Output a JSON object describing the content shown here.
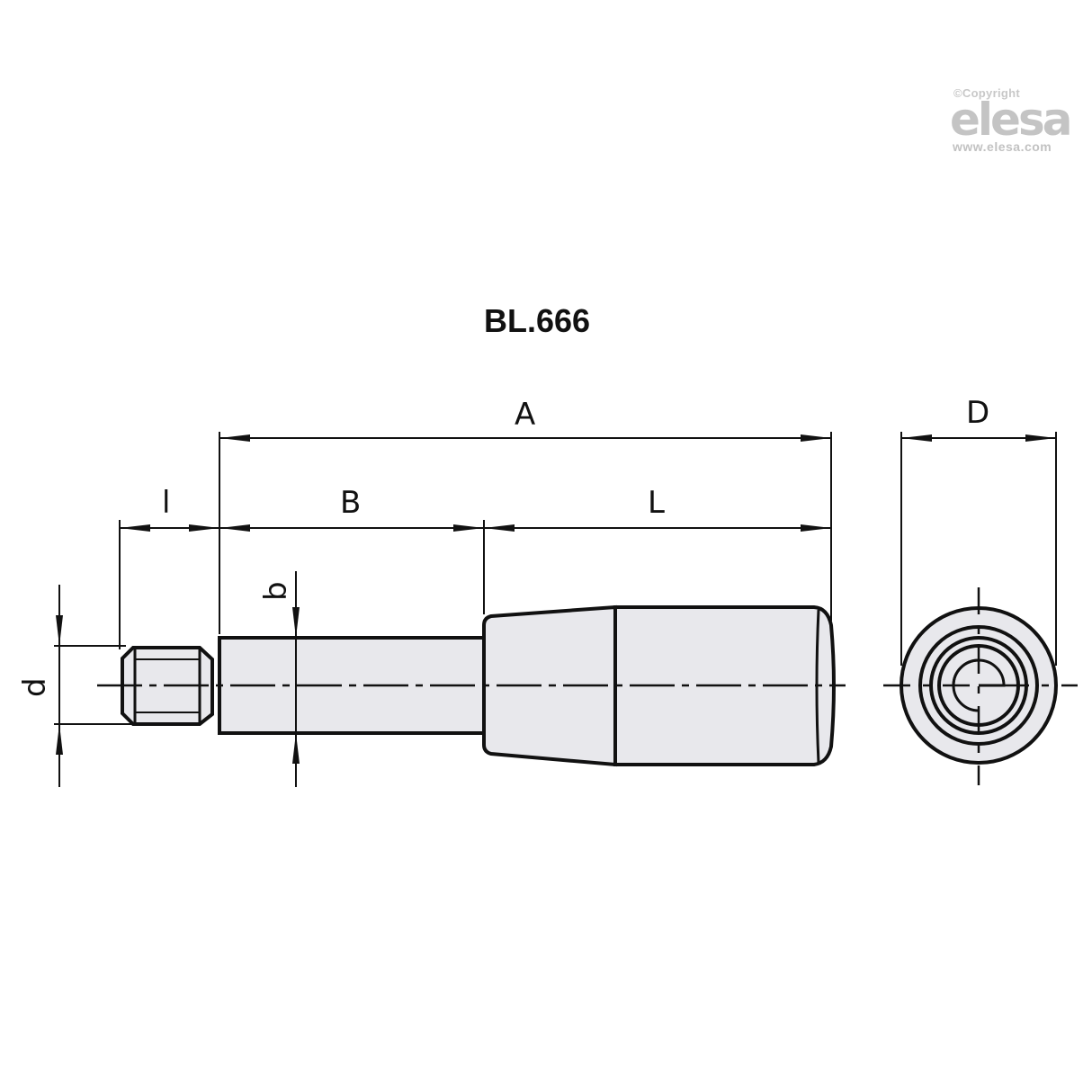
{
  "watermark": {
    "copyright": "©Copyright",
    "brand": "elesa",
    "url": "www.elesa.com"
  },
  "title": "BL.666",
  "dimensions": {
    "A": "A",
    "B": "B",
    "L": "L",
    "l": "l",
    "b": "b",
    "d": "d",
    "D": "D"
  },
  "colors": {
    "fill": "#e8e8ec",
    "line": "#111111",
    "watermark": "#c4c4c4"
  }
}
